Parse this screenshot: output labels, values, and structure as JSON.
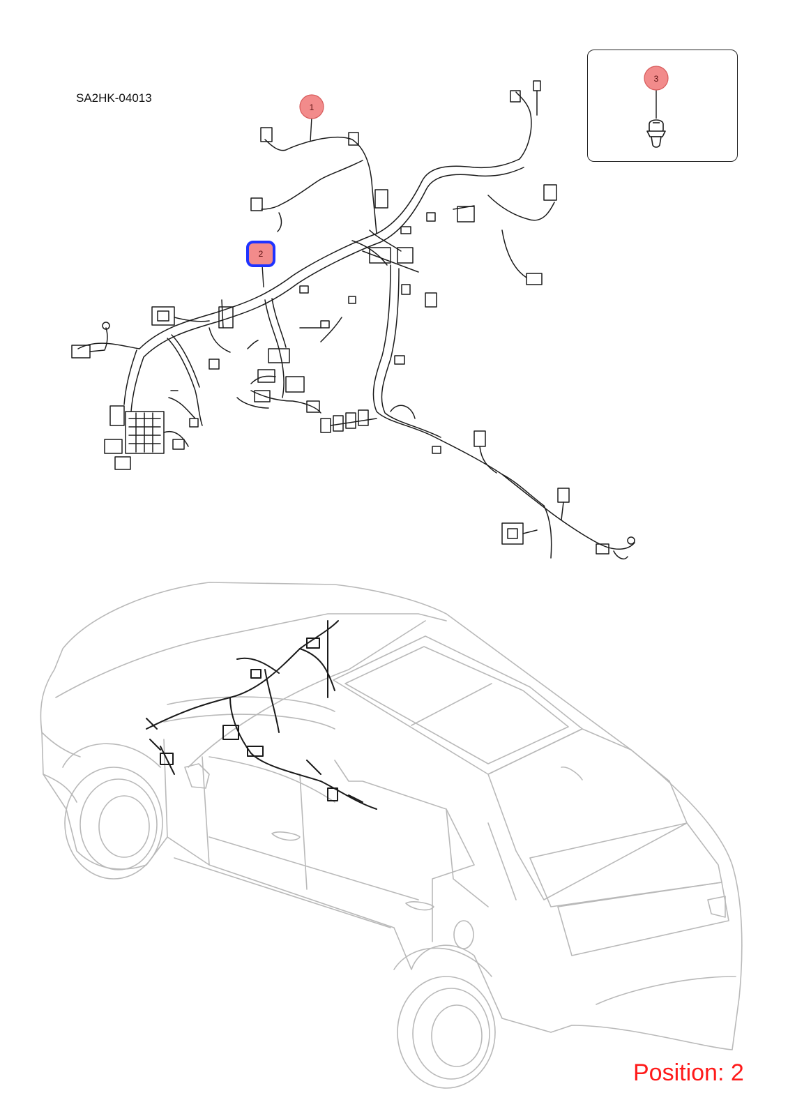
{
  "diagram": {
    "code": "SA2HK-04013",
    "position_label": "Position: 2",
    "colors": {
      "callout_fill": "#f28b8b",
      "callout_stroke": "#d65a5a",
      "selected_outline": "#1f33ff",
      "position_text": "#ff1a1a",
      "car_outline": "#b9b9b9",
      "harness_line": "#1a1a1a"
    }
  },
  "callouts": [
    {
      "number": "1",
      "selected": false
    },
    {
      "number": "2",
      "selected": true
    },
    {
      "number": "3",
      "selected": false
    }
  ],
  "icons": [
    "harness-drawing",
    "clip-fastener-icon",
    "vehicle-outline"
  ]
}
